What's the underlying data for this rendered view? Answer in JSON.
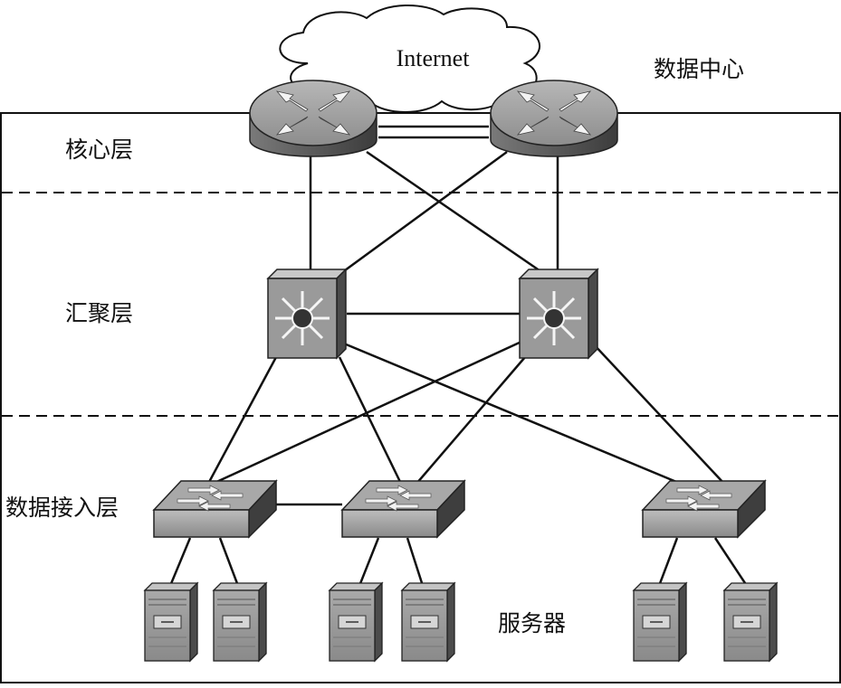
{
  "diagram": {
    "internet_label": "Internet",
    "datacenter_label": "数据中心",
    "layers": {
      "core": "核心层",
      "aggregation": "汇聚层",
      "access": "数据接入层"
    },
    "servers_label": "服务器"
  }
}
